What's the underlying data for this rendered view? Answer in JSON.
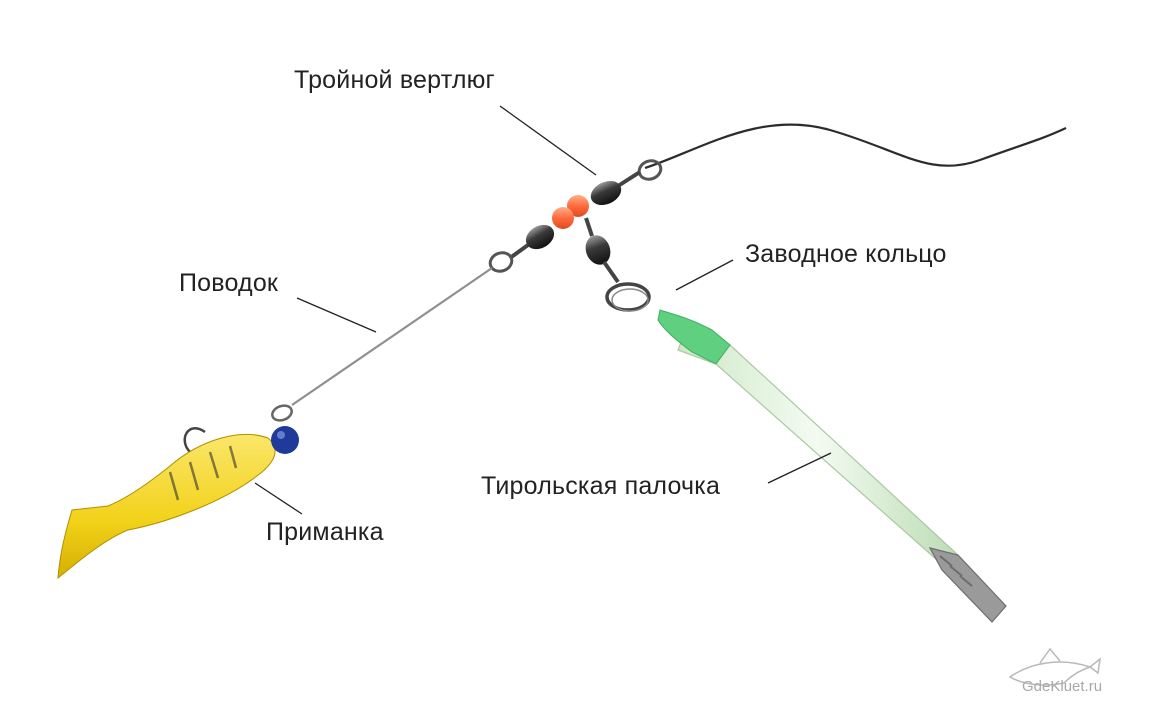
{
  "labels": {
    "triple_swivel": "Тройной вертлюг",
    "leader": "Поводок",
    "split_ring": "Заводное кольцо",
    "tyrolean_stick": "Тирольская палочка",
    "bait": "Приманка"
  },
  "watermark": {
    "site": "GdeKluet.ru",
    "icon": "fish-logo-icon"
  },
  "colors": {
    "main_line": "#2b2b2b",
    "leader_wire": "#8f8f8f",
    "swivel_body": "#3a3a3a",
    "beads": "#ff6a3d",
    "bait_body": "#f2d21a",
    "bait_head": "#1f3a9a",
    "stick_tip": "#5fcf80",
    "stick_tube": "#dff0dc",
    "stick_weight": "#9a9a9a"
  }
}
